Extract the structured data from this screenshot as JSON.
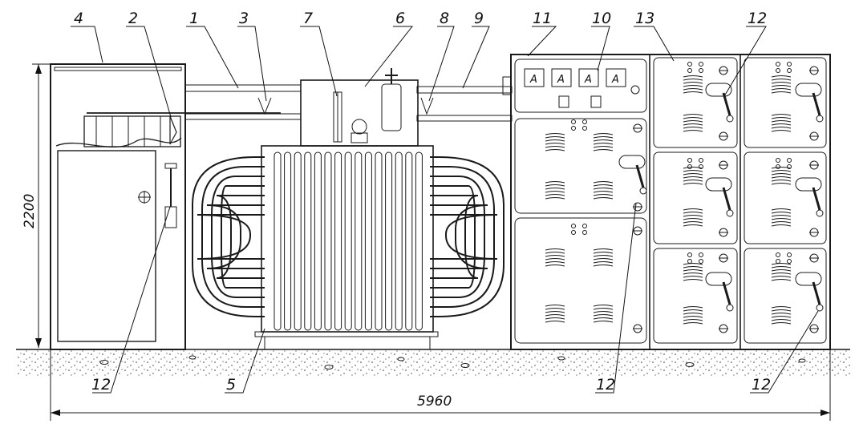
{
  "labels": {
    "l1": "1",
    "l2": "2",
    "l3": "3",
    "l4": "4",
    "l5": "5",
    "l6": "6",
    "l7": "7",
    "l8": "8",
    "l9": "9",
    "l10": "10",
    "l11": "11",
    "l12a": "12",
    "l12b": "12",
    "l12c": "12",
    "l12d": "12",
    "l13": "13"
  },
  "dimensions": {
    "height": "2200",
    "width": "5960"
  },
  "meters": [
    "A",
    "A",
    "A",
    "A"
  ]
}
